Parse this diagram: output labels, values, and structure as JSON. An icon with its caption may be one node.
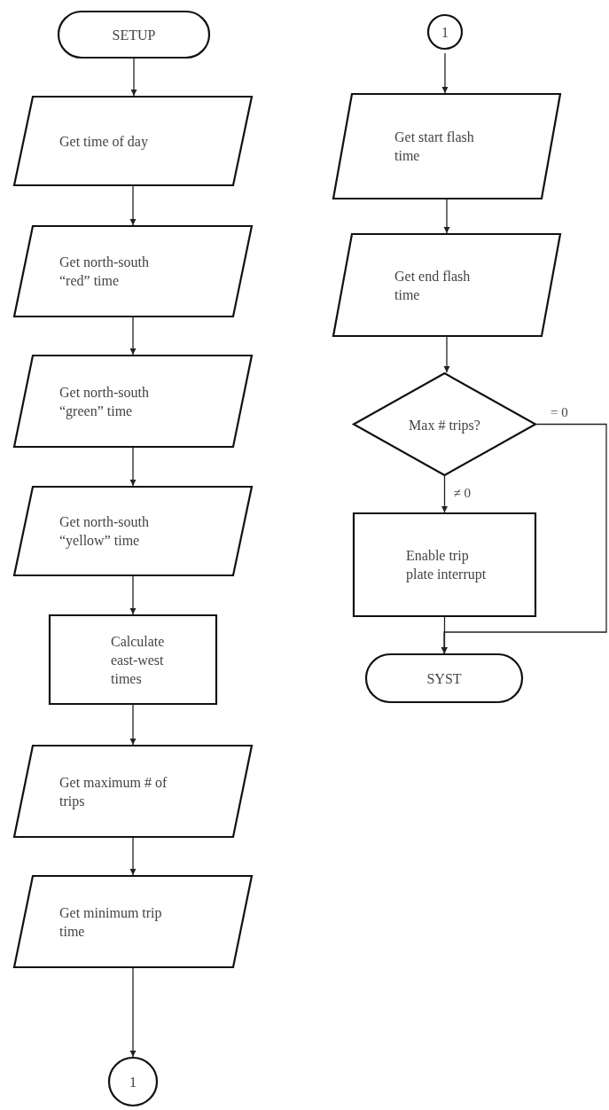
{
  "diagram": {
    "nodes": [
      {
        "text": [
          "SETUP"
        ]
      },
      {
        "text": [
          "Get time of day"
        ]
      },
      {
        "text": [
          "Get north-south “red” time"
        ]
      },
      {
        "text": [
          "Get north-south “green” time"
        ]
      },
      {
        "text": [
          "Get north-south “yellow” time"
        ]
      },
      {
        "text": [
          "Calculate east-west times"
        ]
      },
      {
        "text": [
          "Get maximum # of trips"
        ]
      },
      {
        "text": [
          "Get minimum trip time"
        ]
      },
      {
        "text": [
          "1"
        ]
      },
      {
        "text": [
          "1"
        ]
      },
      {
        "text": [
          "Get start flash time"
        ]
      },
      {
        "text": [
          "Get end flash time"
        ]
      },
      {
        "text": [
          "Max # trips?"
        ]
      },
      {
        "text": [
          "Enable trip plate interrupt"
        ]
      },
      {
        "text": [
          "SYST"
        ]
      }
    ],
    "edges": [
      {
        "from": 0,
        "to": 1,
        "arrow": "to"
      },
      {
        "from": 1,
        "to": 2,
        "arrow": "to"
      },
      {
        "from": 2,
        "to": 3,
        "arrow": "to"
      },
      {
        "from": 3,
        "to": 4,
        "arrow": "to"
      },
      {
        "from": 4,
        "to": 5,
        "arrow": "to"
      },
      {
        "from": 5,
        "to": 6,
        "arrow": "to"
      },
      {
        "from": 6,
        "to": 7,
        "arrow": "to"
      },
      {
        "from": 7,
        "to": 8,
        "arrow": "to"
      },
      {
        "from": 9,
        "to": 10,
        "arrow": "to"
      },
      {
        "from": 10,
        "to": 11,
        "arrow": "to"
      },
      {
        "from": 11,
        "to": 12,
        "arrow": "to"
      },
      {
        "from": 12,
        "to": 13,
        "label": "≠ 0",
        "arrow": "to"
      },
      {
        "from": 13,
        "to": 14,
        "arrow": "to"
      },
      {
        "from": 12,
        "to": 14,
        "label": "= 0",
        "arrow": "to"
      }
    ]
  }
}
